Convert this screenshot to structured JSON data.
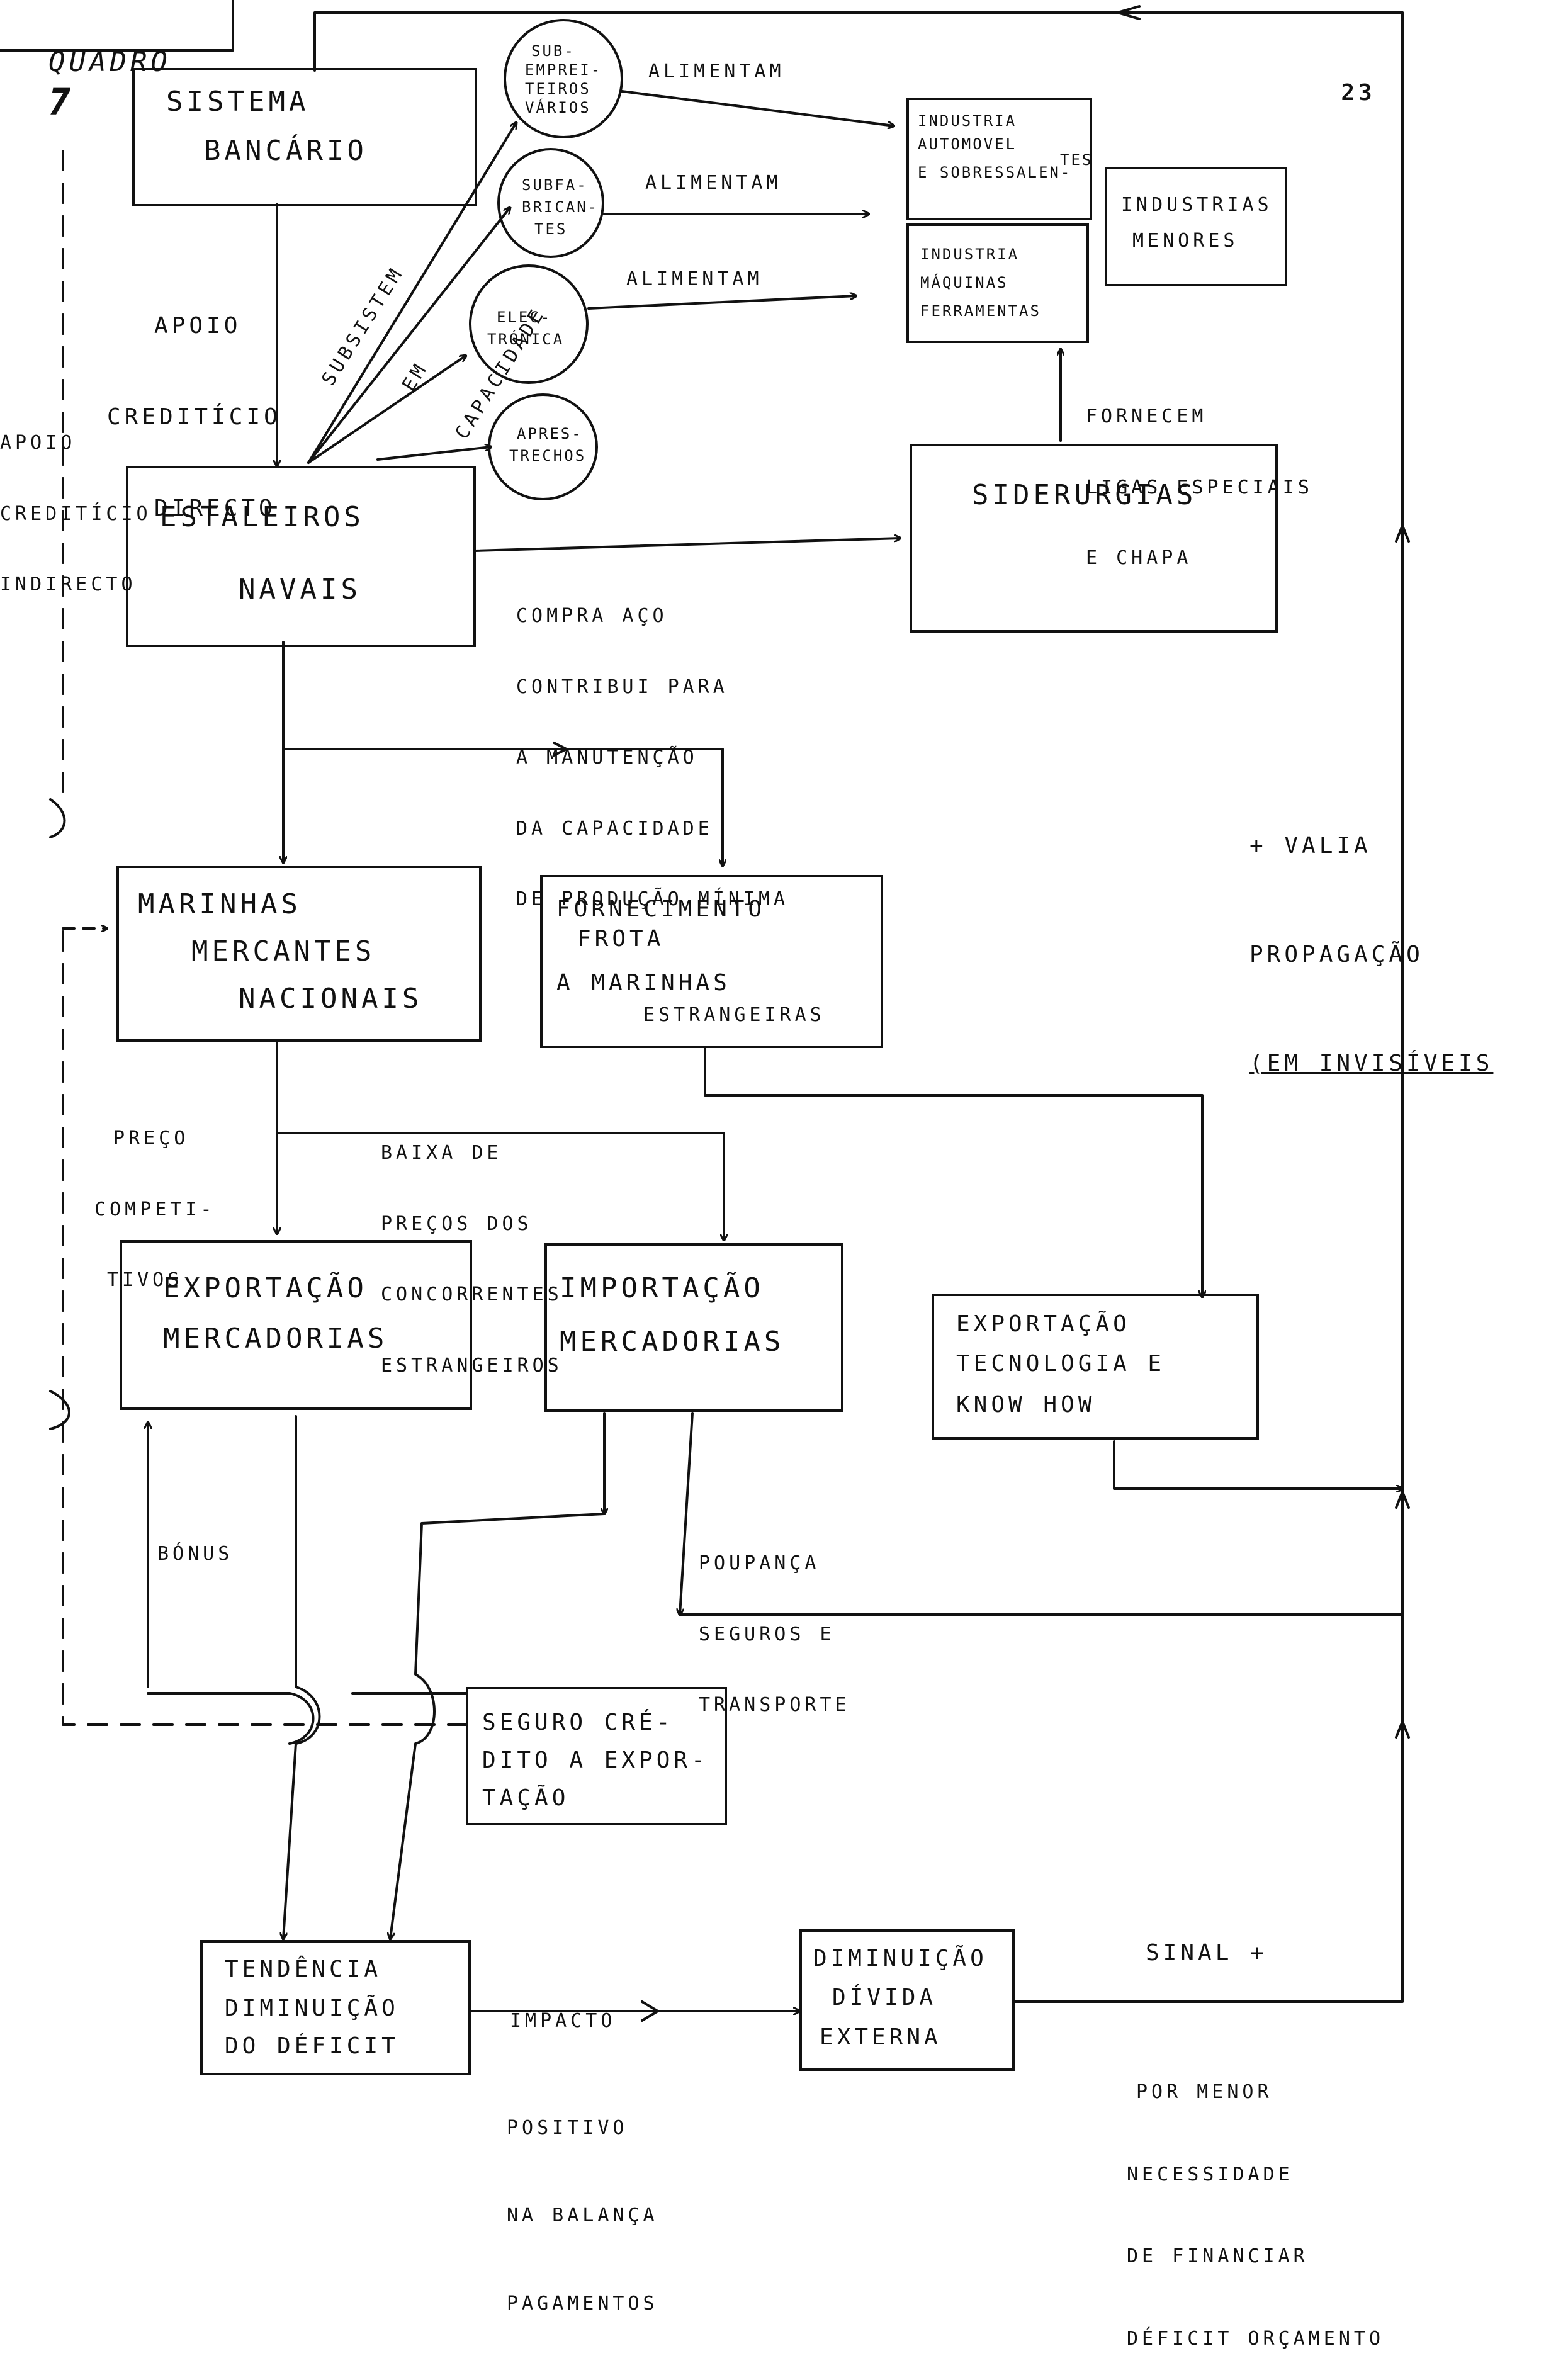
{
  "header": {
    "title": "QUADRO",
    "number": "7",
    "page_mark_top": "23"
  },
  "nodes": {
    "sistema_bancario": [
      "SISTEMA",
      "BANCÁRIO"
    ],
    "estaleiros_navais": [
      "ESTALEIROS",
      "NAVAIS"
    ],
    "subempreiteiros": [
      "SUB-",
      "EMPREI-",
      "TEIROS",
      "VÁRIOS"
    ],
    "subfabricantes": [
      "SUBFA-",
      "BRICAN-",
      "TES"
    ],
    "electronica": [
      "ELEC-",
      "TRÓNICA"
    ],
    "aprestrechos": [
      "APRES-",
      "TRECHOS"
    ],
    "industria_automovel": [
      "INDUSTRIA",
      "AUTOMOVEL",
      "E SOBRESSALEN-",
      "TES"
    ],
    "industria_maquinas": [
      "INDUSTRIA",
      "MÁQUINAS",
      "FERRAMENTAS"
    ],
    "industrias_menores": [
      "INDUSTRIAS",
      "MENORES"
    ],
    "siderurgias": "SIDERURGIAS",
    "marinhas_mercantes": [
      "MARINHAS",
      "MERCANTES",
      "NACIONAIS"
    ],
    "fornecimento_frota": [
      "FORNECIMENTO",
      "FROTA",
      "A MARINHAS",
      "ESTRANGEIRAS"
    ],
    "exportacao_mercadorias": [
      "EXPORTAÇÃO",
      "MERCADORIAS"
    ],
    "importacao_mercadorias": [
      "IMPORTAÇÃO",
      "MERCADORIAS"
    ],
    "exportacao_tecnologia": [
      "EXPORTAÇÃO",
      "TECNOLOGIA E",
      "KNOW HOW"
    ],
    "seguro_credito": [
      "SEGURO CRÉ-",
      "DITO A EXPOR-",
      "TAÇÃO"
    ],
    "tendencia_deficit": [
      "TENDÊNCIA",
      "DIMINUIÇÃO",
      "DO DÉFICIT"
    ],
    "diminuicao_divida": [
      "DIMINUIÇÃO",
      "DÍVIDA",
      "EXTERNA"
    ]
  },
  "labels": {
    "apoio_directo": [
      "APOIO",
      "CREDITÍCIO",
      "DIRECTO"
    ],
    "apoio_indirecto": [
      "APOIO",
      "CREDITÍCIO",
      "INDIRECTO"
    ],
    "subsistem": [
      "SUBSISTEM",
      "EM",
      "CAPACIDADE"
    ],
    "alimentam_1": "ALIMENTAM",
    "alimentam_2": "ALIMENTAM",
    "alimentam_3": "ALIMENTAM",
    "fornecem": [
      "FORNECEM",
      "LIGAS ESPECIAIS",
      "E CHAPA"
    ],
    "compra_aco": [
      "COMPRA AÇO",
      "CONTRIBUI PARA",
      "A MANUTENÇÃO",
      "DA CAPACIDADE",
      "DE PRODUÇÃO MÍNIMA"
    ],
    "mais_valia": [
      "+ VALIA",
      "PROPAGAÇÃO",
      "(EM INVISÍVEIS"
    ],
    "preços_competitivos": [
      "PREÇO",
      "COMPETI-",
      "TIVOS"
    ],
    "baixa_precos": [
      "BAIXA DE",
      "PREÇOS DOS",
      "CONCORRENTES",
      "ESTRANGEIROS"
    ],
    "poupanca": [
      "POUPANÇA",
      "SEGUROS E",
      "TRANSPORTE"
    ],
    "bonus": "BÓNUS",
    "impacto": [
      "IMPACTO",
      "POSITIVO",
      "NA BALANÇA",
      "PAGAMENTOS"
    ],
    "sinal": "SINAL +",
    "por_menor": [
      "POR MENOR",
      "NECESSIDADE",
      "DE FINANCIAR",
      "DÉFICIT ORÇAMENTO"
    ]
  }
}
